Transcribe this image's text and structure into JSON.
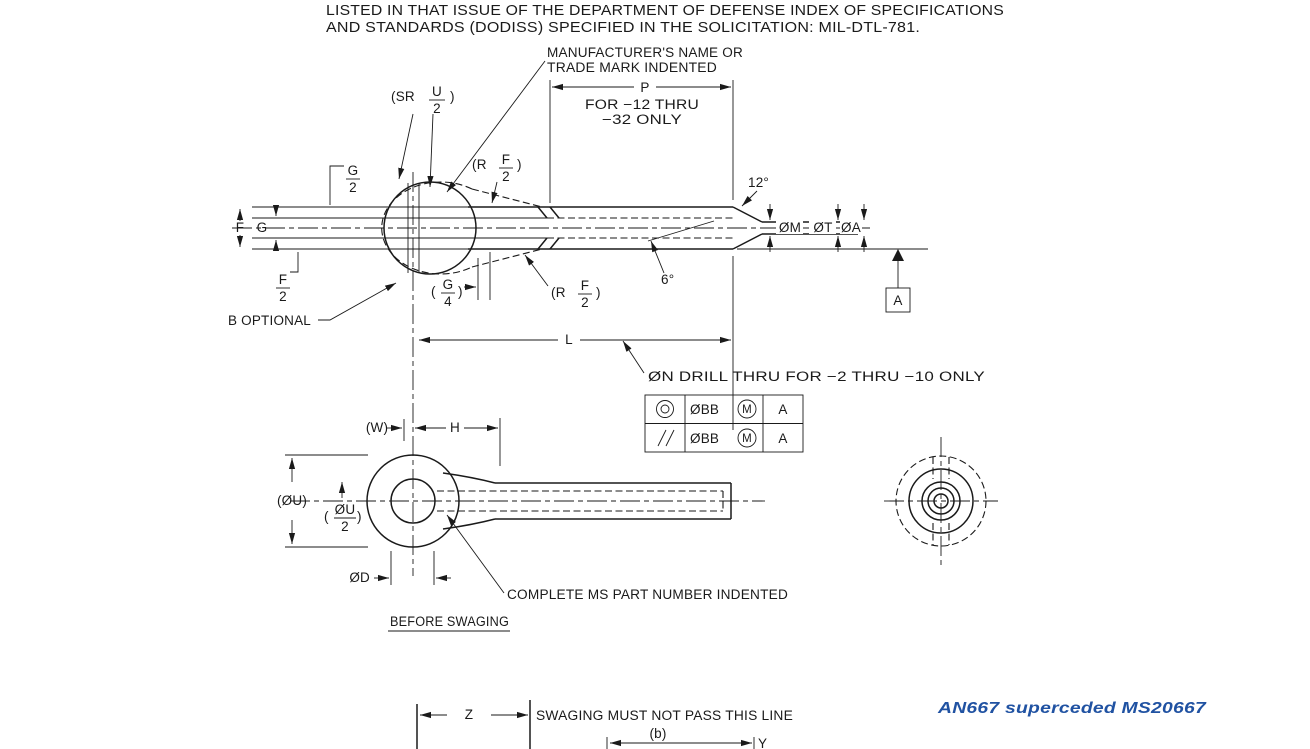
{
  "meta": {
    "background": "#ffffff",
    "ink": "#1a1a1a",
    "accent_blue": "#2052a2"
  },
  "header": {
    "line1": "LISTED IN THAT ISSUE OF THE DEPARTMENT OF DEFENSE INDEX OF SPECIFICATIONS",
    "line2": "AND STANDARDS (DODISS) SPECIFIED IN THE SOLICITATION: MIL-DTL-781."
  },
  "callouts": {
    "manufacturer_line1": "MANUFACTURER'S NAME OR",
    "manufacturer_line2": "TRADE MARK INDENTED",
    "p_note_line1": "FOR −12 THRU",
    "p_note_line2": "−32 ONLY",
    "b_optional": "B OPTIONAL",
    "drill_note": "ØN DRILL THRU FOR −2 THRU −10 ONLY",
    "part_number_note": "COMPLETE MS PART NUMBER INDENTED",
    "before_swaging_caption": "BEFORE SWAGING",
    "swage_limit_note": "SWAGING MUST NOT PASS THIS LINE",
    "supersession_note": "AN667 superceded MS20667"
  },
  "dimensions": {
    "F": "F",
    "G": "G",
    "P": "P",
    "L": "L",
    "H": "H",
    "W": "(W)",
    "Z": "Z",
    "Y": "Y",
    "b_ref": "(b)",
    "dia_M": "ØM",
    "dia_T": "ØT",
    "dia_A": "ØA",
    "dia_U": "(ØU)",
    "dia_D": "ØD",
    "taper_angle": "12°",
    "bore_angle": "6°",
    "sr_u2": {
      "open": "(SR",
      "num": "U",
      "den": "2",
      "close": ")"
    },
    "r_f2_top": {
      "open": "(R",
      "num": "F",
      "den": "2",
      "close": ")"
    },
    "r_f2_bottom": {
      "open": "(R",
      "num": "F",
      "den": "2",
      "close": ")"
    },
    "g_half": {
      "num": "G",
      "den": "2"
    },
    "f_half": {
      "num": "F",
      "den": "2"
    },
    "g_quarter": {
      "open": "(",
      "num": "G",
      "den": "4",
      "close": ")"
    },
    "u_half": {
      "open": "(",
      "num": "ØU",
      "den": "2",
      "close": ")"
    }
  },
  "datum": {
    "label": "A"
  },
  "fcf": {
    "rows": [
      {
        "symbol": "concentricity",
        "tolerance": "ØBB",
        "modifier": "M",
        "datum": "A"
      },
      {
        "symbol": "parallelism",
        "tolerance": "ØBB",
        "modifier": "M",
        "datum": "A"
      }
    ]
  }
}
